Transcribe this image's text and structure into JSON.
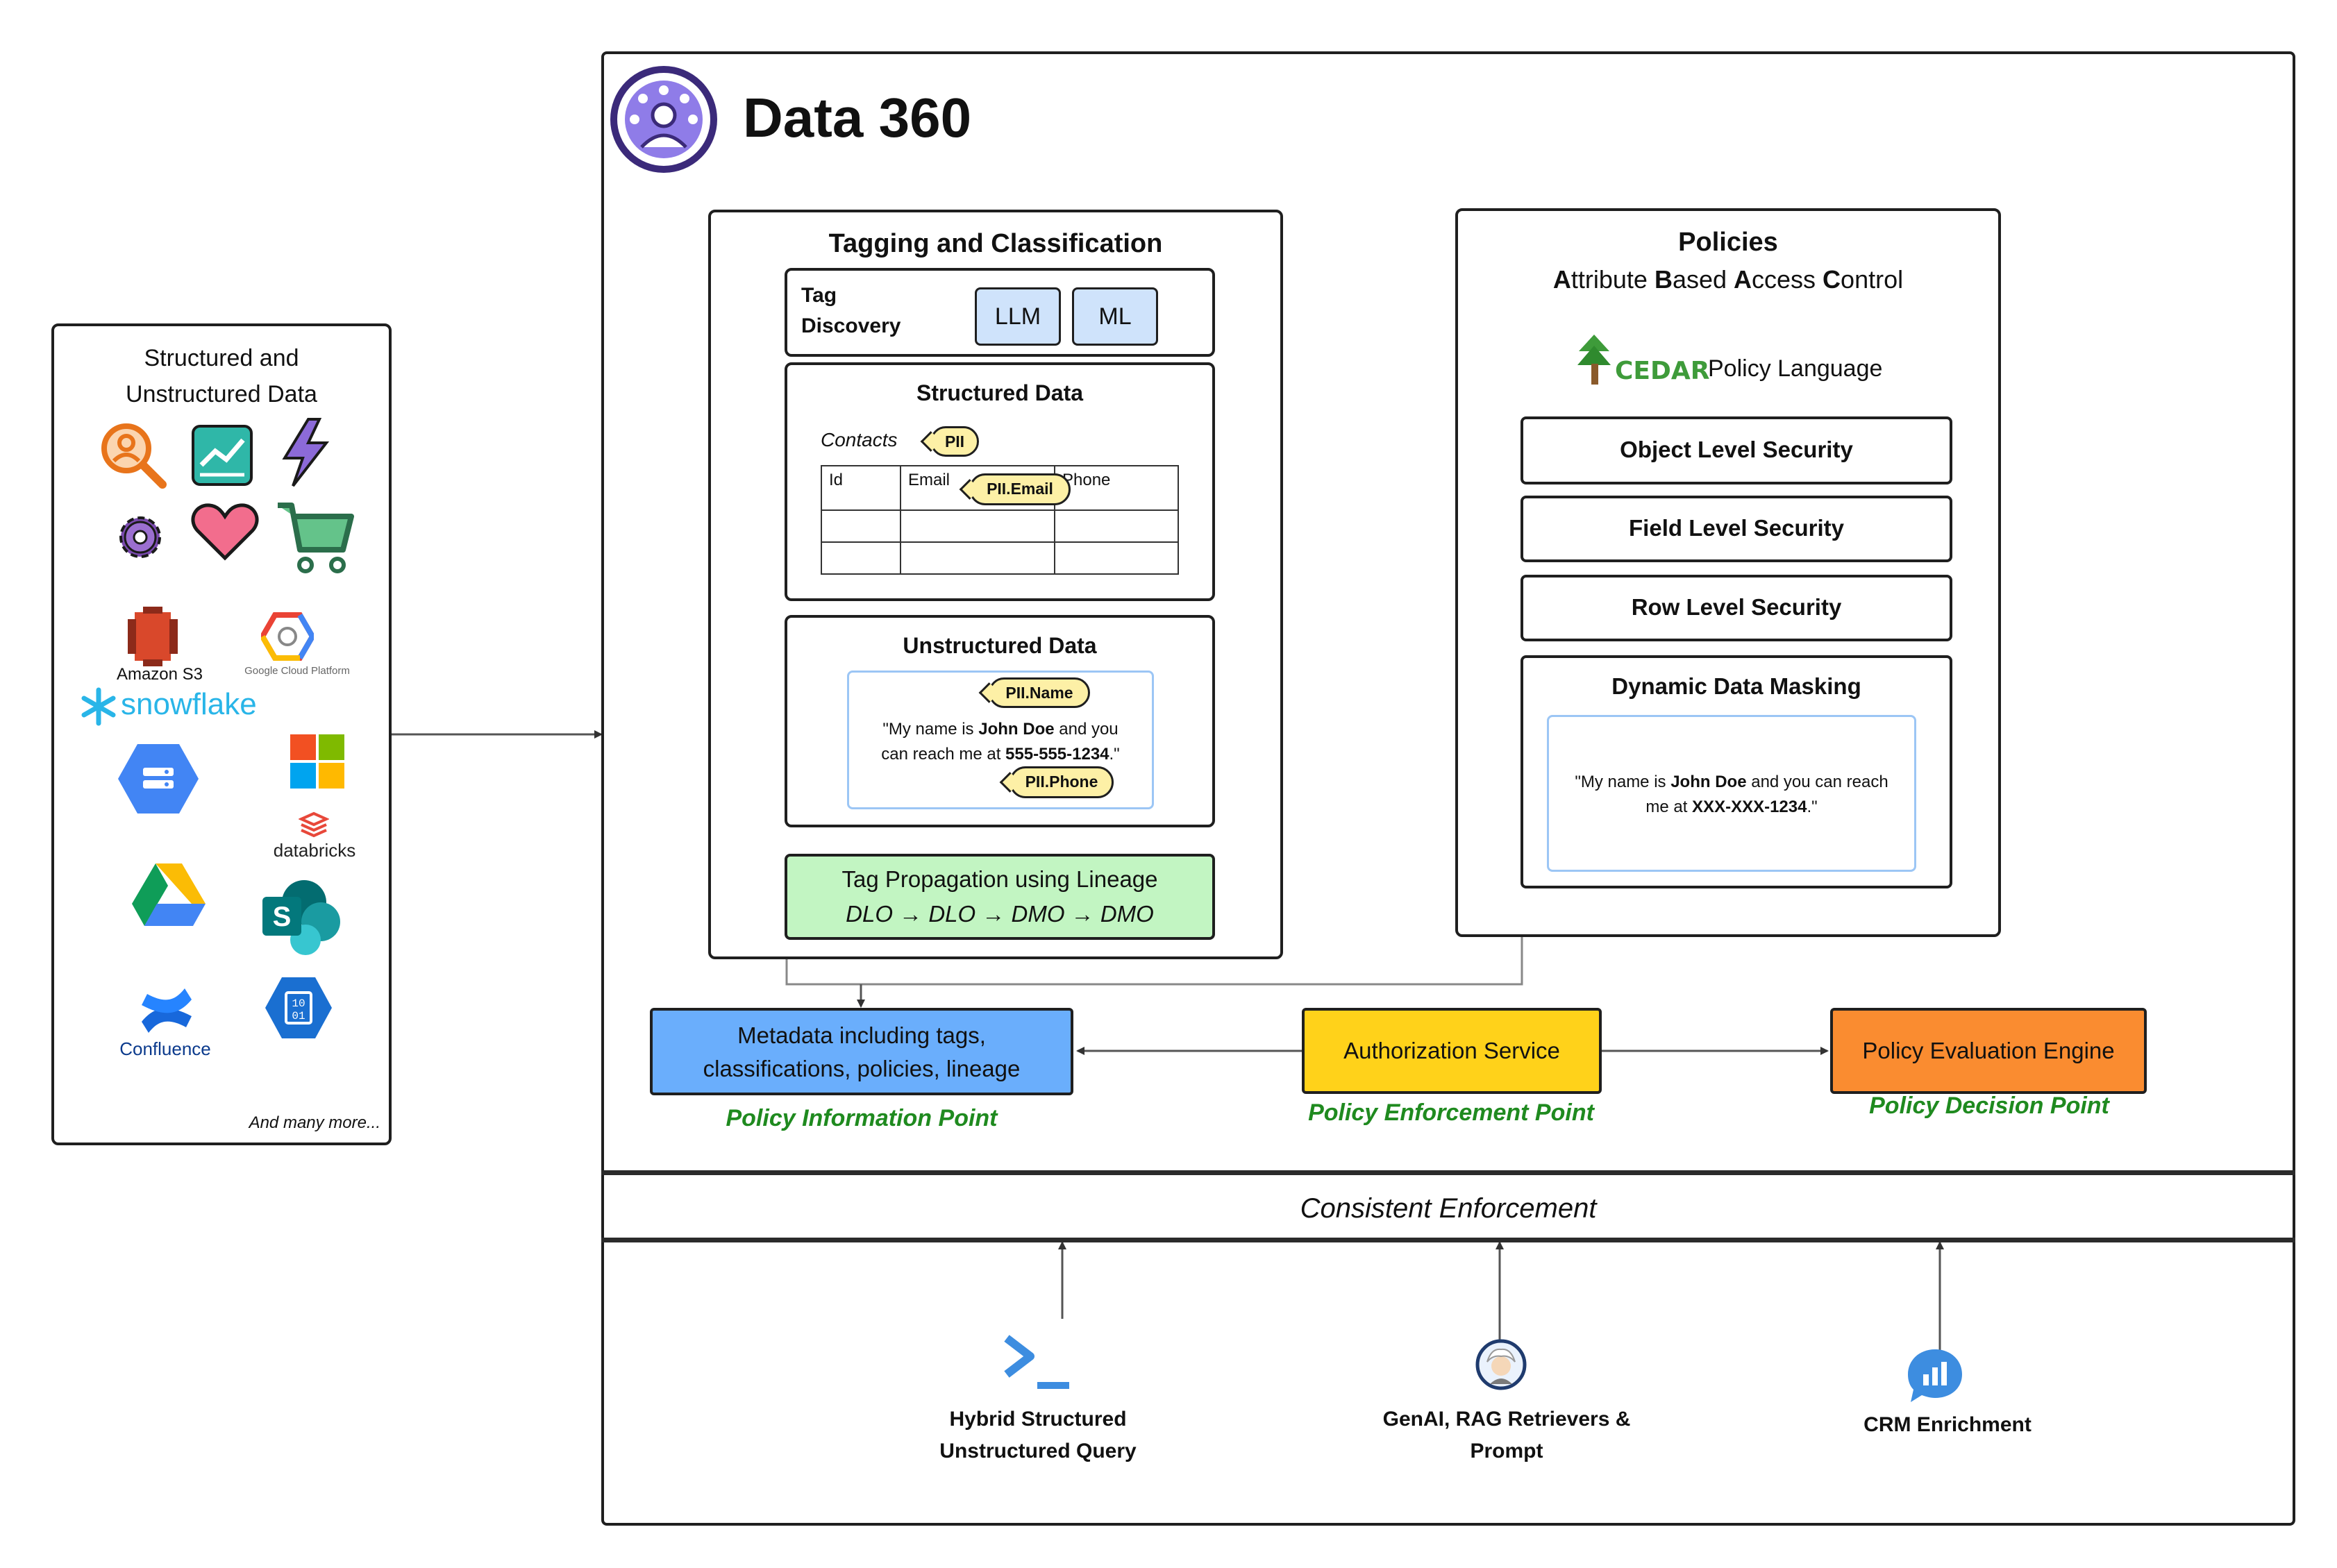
{
  "sources": {
    "title_line1": "Structured and",
    "title_line2": "Unstructured Data",
    "amazon_s3": "Amazon S3",
    "google_cloud": "Google Cloud Platform",
    "snowflake": "snowflake",
    "databricks": "databricks",
    "confluence": "Confluence",
    "footer": "And many more..."
  },
  "main": {
    "title": "Data 360",
    "tagging": {
      "title": "Tagging and Classification",
      "discovery_line1": "Tag",
      "discovery_line2": "Discovery",
      "llm": "LLM",
      "ml": "ML",
      "structured_title": "Structured Data",
      "contacts_label": "Contacts",
      "contacts_tag": "PII",
      "columns": [
        "Id",
        "Email",
        "Phone"
      ],
      "email_tag": "PII.Email",
      "unstructured_title": "Unstructured Data",
      "name_tag": "PII.Name",
      "text_part1": "\"My name is ",
      "text_name": "John Doe",
      "text_part2": " and you",
      "text_part3": "can reach me at ",
      "text_phone": "555-555-1234",
      "text_part4": ".\"",
      "phone_tag": "PII.Phone",
      "propagation_title": "Tag Propagation using Lineage",
      "propagation_flow": "DLO → DLO → DMO → DMO"
    },
    "policies": {
      "title": "Policies",
      "abac_A": "A",
      "abac_1": "ttribute ",
      "abac_B": "B",
      "abac_2": "ased ",
      "abac_A2": "A",
      "abac_3": "ccess ",
      "abac_C": "C",
      "abac_4": "ontrol",
      "cedar": "CEDAR",
      "policy_language": "Policy Language",
      "object_level": "Object Level Security",
      "field_level": "Field Level Security",
      "row_level": "Row Level Security",
      "masking_title": "Dynamic Data Masking",
      "mask_part1": "\"My name is ",
      "mask_name": "John Doe",
      "mask_part2": " and you can reach",
      "mask_part3": "me at ",
      "mask_phone": "XXX-XXX-1234",
      "mask_part4": ".\""
    },
    "pip_line1": "Metadata including tags,",
    "pip_line2": "classifications, policies, lineage",
    "pip_label": "Policy Information Point",
    "authz": "Authorization Service",
    "pep_label": "Policy Enforcement Point",
    "engine": "Policy Evaluation Engine",
    "pdp_label": "Policy Decision Point",
    "consistent": "Consistent Enforcement",
    "consumers": {
      "hybrid_line1": "Hybrid Structured",
      "hybrid_line2": "Unstructured Query",
      "genai_line1": "GenAI, RAG Retrievers &",
      "genai_line2": "Prompt",
      "crm": "CRM Enrichment"
    }
  },
  "colors": {
    "llm_ml_fill": "#cfe3fb",
    "propagation_fill": "#c2f5c2",
    "pip_fill": "#6aaefc",
    "authz_fill": "#ffd21a",
    "engine_fill": "#fa8c30",
    "tag_fill": "#fdf0a6",
    "label_green": "#1f8a1f"
  }
}
